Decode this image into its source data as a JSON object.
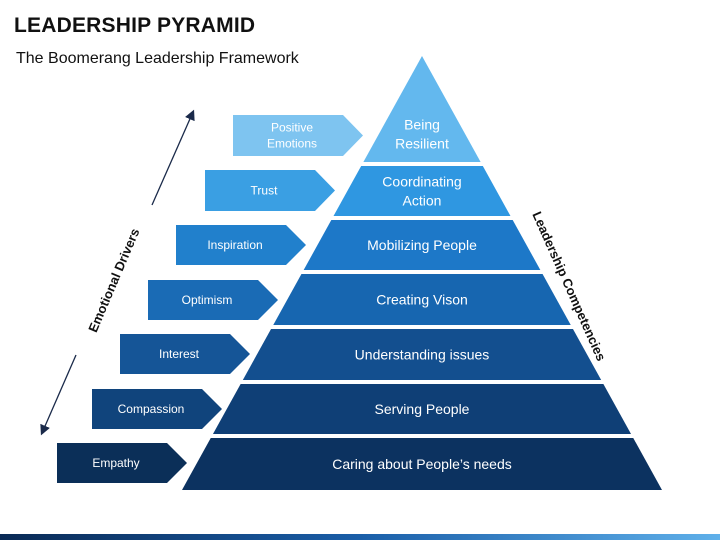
{
  "header": {
    "title": "LEADERSHIP PYRAMID",
    "subtitle": "The Boomerang Leadership Framework"
  },
  "side_labels": {
    "left": "Emotional Drivers",
    "right": "Leadership Competencies"
  },
  "pyramid_levels": [
    {
      "lines": [
        "Being",
        "Resilient"
      ],
      "color": "#63b8ee",
      "text_color": "#111111"
    },
    {
      "lines": [
        "Coordinating",
        "Action"
      ],
      "color": "#2f97e1",
      "text_color": "#ffffff"
    },
    {
      "lines": [
        "Mobilizing People"
      ],
      "color": "#1d78c8",
      "text_color": "#ffffff"
    },
    {
      "lines": [
        "Creating Vison"
      ],
      "color": "#1766b0",
      "text_color": "#ffffff"
    },
    {
      "lines": [
        "Understanding issues"
      ],
      "color": "#134f8f",
      "text_color": "#ffffff"
    },
    {
      "lines": [
        "Serving People"
      ],
      "color": "#0f3f76",
      "text_color": "#ffffff"
    },
    {
      "lines": [
        "Caring about People’s needs"
      ],
      "color": "#0c3260",
      "text_color": "#ffffff"
    }
  ],
  "drivers": [
    {
      "lines": [
        "Positive",
        "Emotions"
      ],
      "color": "#7ec4f0"
    },
    {
      "lines": [
        "Trust"
      ],
      "color": "#3a9fe3"
    },
    {
      "lines": [
        "Inspiration"
      ],
      "color": "#2180cc"
    },
    {
      "lines": [
        "Optimism"
      ],
      "color": "#1a6bb5"
    },
    {
      "lines": [
        "Interest"
      ],
      "color": "#155597"
    },
    {
      "lines": [
        "Compassion"
      ],
      "color": "#10447c"
    },
    {
      "lines": [
        "Empathy"
      ],
      "color": "#0b2f58"
    }
  ]
}
